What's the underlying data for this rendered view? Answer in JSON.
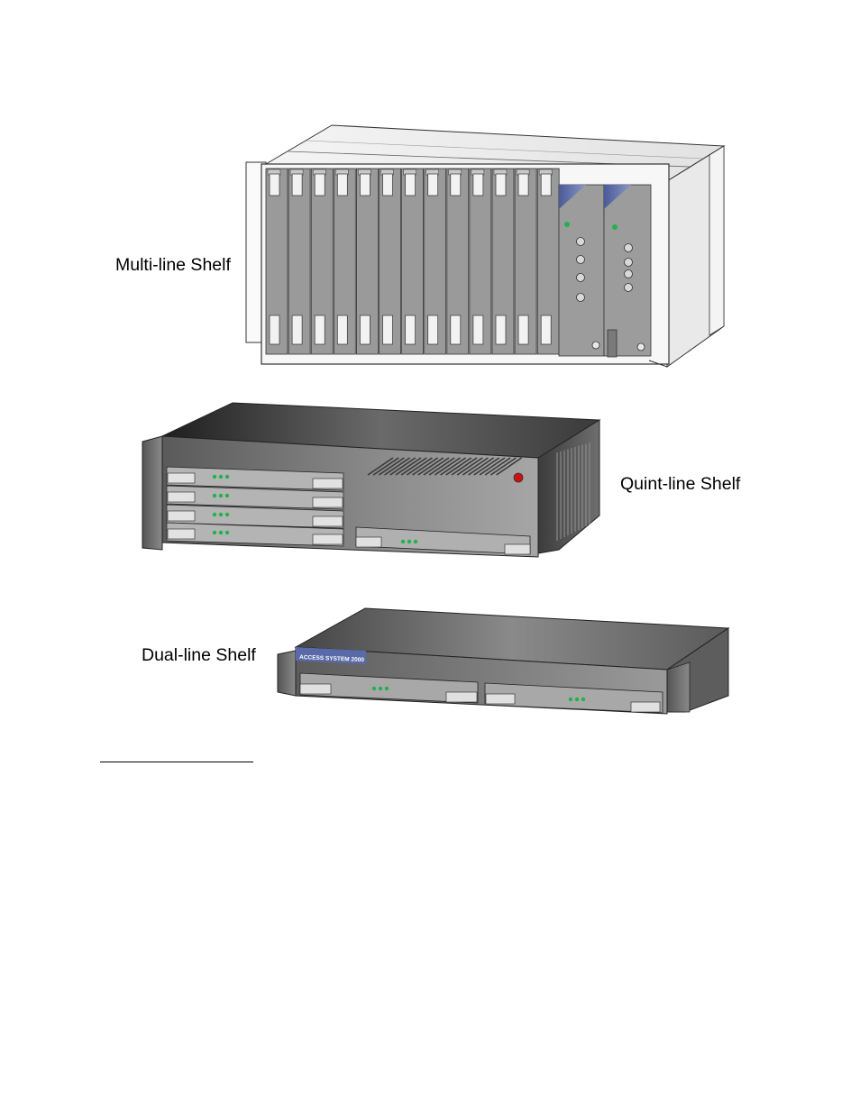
{
  "labels": {
    "multi_line": "Multi-line Shelf",
    "quint_line": "Quint-line Shelf",
    "dual_line": "Dual-line Shelf"
  },
  "dual_faceplate_text": "ACCESS SYSTEM 2000",
  "colors": {
    "led_green": "#22b14c",
    "alarm_red": "#cc1111",
    "accent_blue": "#5a6aa8",
    "chassis_dark": "#555555",
    "card_gray": "#9a9a9a"
  }
}
